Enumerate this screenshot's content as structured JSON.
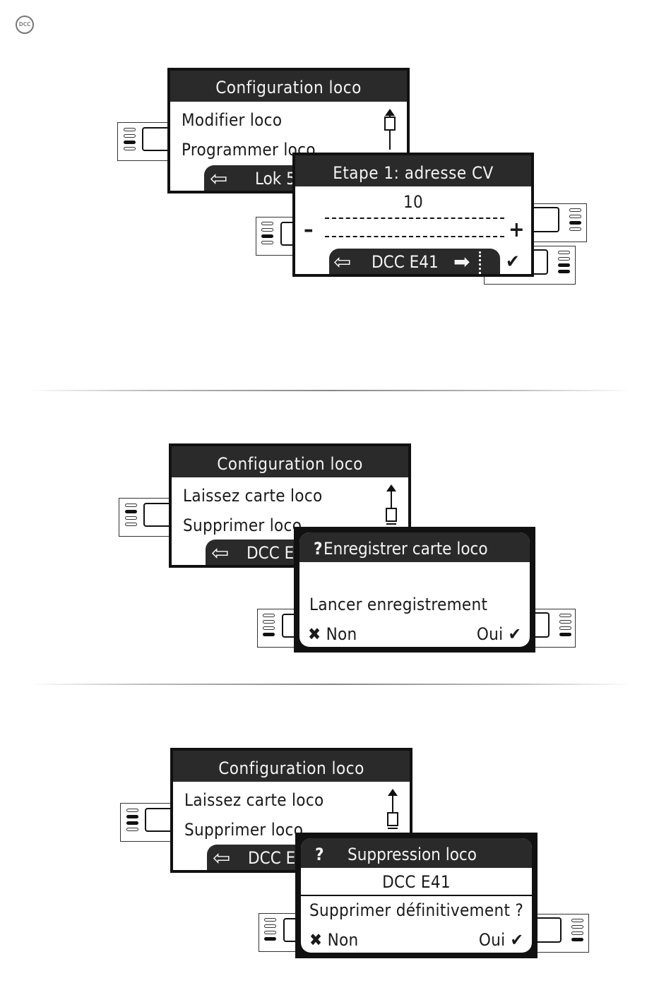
{
  "page": {
    "logo_text": "DCC"
  },
  "section1": {
    "menu": {
      "title": "Configuration loco",
      "items": [
        "Modifier loco",
        "Programmer loco"
      ],
      "softbar_label": "Lok 5"
    },
    "editor": {
      "title": "Etape 1: adresse CV",
      "value": "10",
      "minus": "–",
      "plus": "+",
      "softbar_label": "DCC E41",
      "back_glyph": "⇦",
      "next_glyph": "➡",
      "confirm_glyph": "✔"
    }
  },
  "section2": {
    "menu": {
      "title": "Configuration loco",
      "items": [
        "Laissez carte loco",
        "Supprimer loco"
      ],
      "softbar_label": "DCC E41"
    },
    "dialog": {
      "title": "Enregistrer carte loco",
      "question_glyph": "?",
      "message": "Lancer enregistrement",
      "no_label": "Non",
      "yes_label": "Oui"
    }
  },
  "section3": {
    "menu": {
      "title": "Configuration loco",
      "items": [
        "Laissez carte loco",
        "Supprimer loco"
      ],
      "softbar_label": "DCC E41"
    },
    "dialog": {
      "title": "Suppression loco",
      "question_glyph": "?",
      "loco_name": "DCC E41",
      "message": "Supprimer définitivement ?",
      "no_label": "Non",
      "yes_label": "Oui"
    }
  }
}
